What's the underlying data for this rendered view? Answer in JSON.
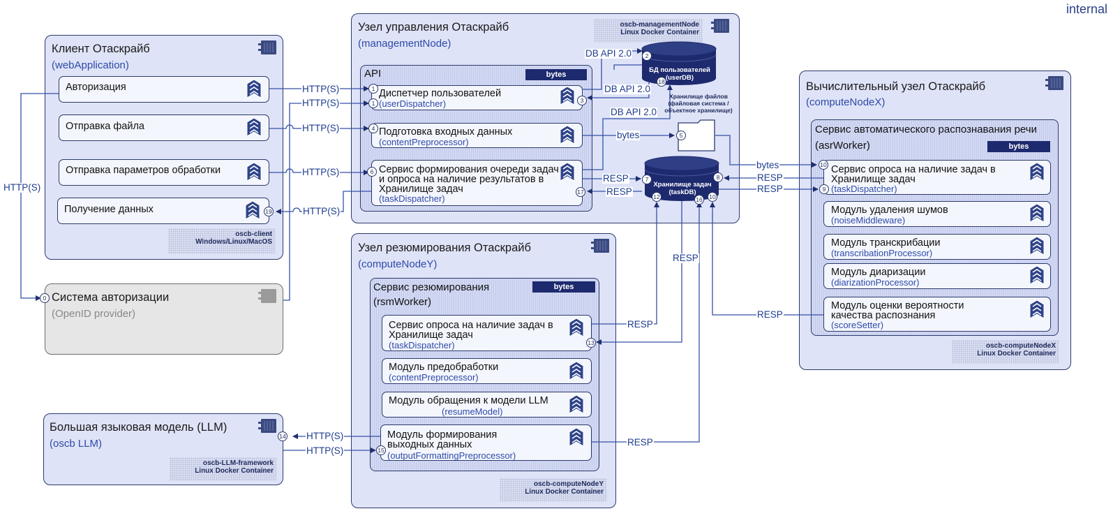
{
  "corner_label": "internal",
  "nodes": {
    "client": {
      "title": "Клиент Отаскрайб",
      "subtitle": "(webApplication)",
      "tag_line1": "oscb-client",
      "tag_line2": "Windows/Linux/MacOS",
      "components": [
        {
          "title": "Авторизация"
        },
        {
          "title": "Отправка файла"
        },
        {
          "title": "Отправка параметров обработки"
        },
        {
          "title": "Получение данных"
        }
      ]
    },
    "auth": {
      "title": "Система авторизации",
      "subtitle": "(OpenID provider)"
    },
    "llm": {
      "title": "Большая языковая модель (LLM)",
      "subtitle": "(oscb LLM)",
      "tag_line1": "oscb-LLM-framework",
      "tag_line2": "Linux Docker Container"
    },
    "management": {
      "title": "Узел управления Отаскрайб",
      "subtitle": "(managementNode)",
      "tag_line1": "oscb-managementNode",
      "tag_line2": "Linux Docker Container",
      "api": {
        "title": "API",
        "badge": "bytes"
      },
      "components": [
        {
          "title": "Диспетчер пользователей",
          "subtitle": "(userDispatcher)"
        },
        {
          "title": "Подготовка входных данных",
          "subtitle": "(contentPreprocessor)"
        },
        {
          "title": "Сервис формирования очереди задач и опроса на наличие результатов в Хранилище задач",
          "subtitle": "(taskDispatcher)"
        }
      ]
    },
    "resume": {
      "title": "Узел резюмирования Отаскрайб",
      "subtitle": "(computeNodeY)",
      "tag_line1": "oscb-computeNodeY",
      "tag_line2": "Linux Docker Container",
      "service": {
        "title": "Сервис резюмирования",
        "subtitle": "(rsmWorker)",
        "badge": "bytes"
      },
      "components": [
        {
          "title": "Сервис опроса на наличие задач в Хранилище задач",
          "subtitle": "(taskDispatcher)"
        },
        {
          "title": "Модуль предобработки",
          "subtitle": "(contentPreprocessor)"
        },
        {
          "title": "Модуль обращения к модели LLM",
          "subtitle": "(resumeModel)"
        },
        {
          "title": "Модуль формирования выходных данных",
          "subtitle": "(outputFormattingPreprocessor)"
        }
      ]
    },
    "compute": {
      "title": "Вычислительный узел Отаскрайб",
      "subtitle": "(computeNodeX)",
      "tag_line1": "oscb-computeNodeX",
      "tag_line2": "Linux Docker Container",
      "service": {
        "title": "Сервис автоматического распознавания речи",
        "subtitle": "(asrWorker)",
        "badge": "bytes"
      },
      "components": [
        {
          "title": "Сервис опроса на наличие задач в Хранилище задач",
          "subtitle": "(taskDispatcher)"
        },
        {
          "title": "Модуль удаления шумов",
          "subtitle": "(noiseMiddleware)"
        },
        {
          "title": "Модуль транскрибации",
          "subtitle": "(transcribationProcessor)"
        },
        {
          "title": "Модуль диаризации",
          "subtitle": "(diarizationProcessor)"
        },
        {
          "title": "Модуль оценки вероятности качества распознания",
          "subtitle": "(scoreSetter)"
        }
      ]
    }
  },
  "stores": {
    "userdb": {
      "line1": "БД пользователей",
      "line2": "(userDB)"
    },
    "taskdb": {
      "line1": "Хранилище задач",
      "line2": "(taskDB)"
    },
    "files": {
      "line1": "Хранилище файлов",
      "line2": "(файловая система /",
      "line3": "объектное хранилище)"
    }
  },
  "labels": {
    "http": "HTTP(S)",
    "db_api": "DB API 2.0",
    "bytes": "bytes",
    "resp": "RESP"
  },
  "steps": [
    "0",
    "1",
    "2",
    "3",
    "4",
    "6",
    "7",
    "8",
    "9",
    "10",
    "12",
    "13",
    "14",
    "15",
    "16",
    "17",
    "18",
    "19"
  ],
  "colors": {
    "node_bg": "#dfe3f7",
    "border": "#2b3a6b",
    "edge": "#2d4aa8",
    "label": "#1f3d8f",
    "badge": "#1e2a6e"
  }
}
